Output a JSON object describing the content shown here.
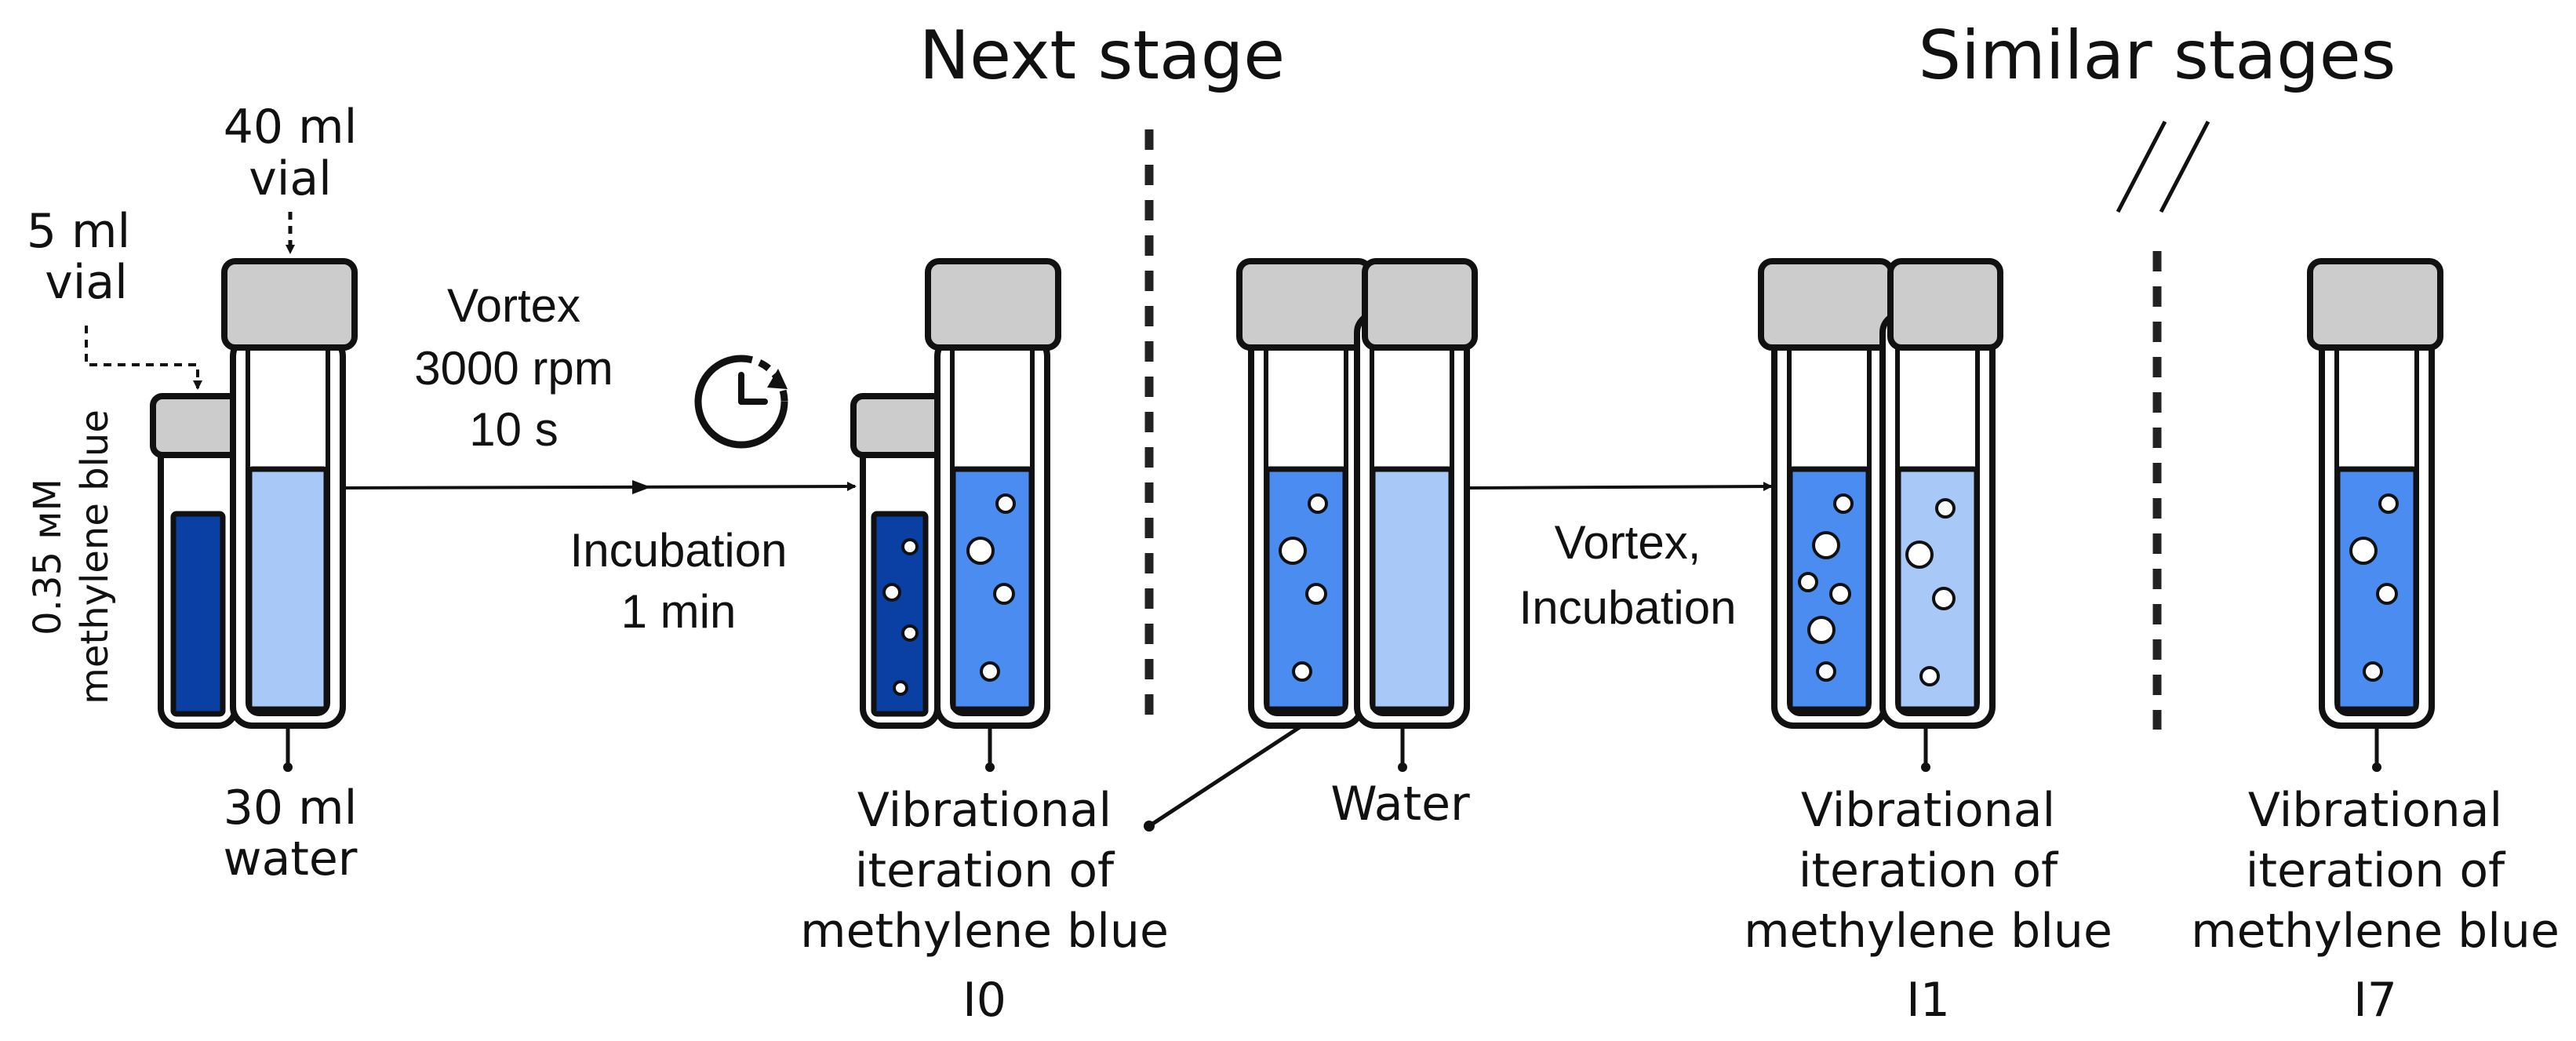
{
  "headings": {
    "next_stage": "Next stage",
    "similar_stages": "Similar stages"
  },
  "labels": {
    "vial_40_line1": "40 ml",
    "vial_40_line2": "vial",
    "vial_5_line1": "5 ml",
    "vial_5_line2": "vial",
    "concentration_line1": "0.35 мМ",
    "concentration_line2": "methylene blue",
    "water_30_line1": "30 ml",
    "water_30_line2": "water",
    "vortex_line1": "Vortex",
    "vortex_line2": "3000 rpm",
    "vortex_line3": "10 s",
    "incubation_line1": "Incubation",
    "incubation_line2": "1 min",
    "i0_line1": "Vibrational",
    "i0_line2": "iteration of",
    "i0_line3": "methylene blue",
    "i0_line4": "I0",
    "water_label": "Water",
    "vortex_incubation_line1": "Vortex,",
    "vortex_incubation_line2": "Incubation",
    "i1_line1": "Vibrational",
    "i1_line2": "iteration of",
    "i1_line3": "methylene blue",
    "i1_line4": "I1",
    "i7_line1": "Vibrational",
    "i7_line2": "iteration of",
    "i7_line3": "methylene blue",
    "i7_line4": "I7"
  },
  "colors": {
    "dark_blue": "#0a3fa3",
    "medium_blue": "#4a8cf0",
    "light_blue": "#a8c8f8",
    "cap_gray": "#cccccc",
    "outline": "#111111"
  },
  "icons": {
    "timer": "stopwatch-icon"
  }
}
